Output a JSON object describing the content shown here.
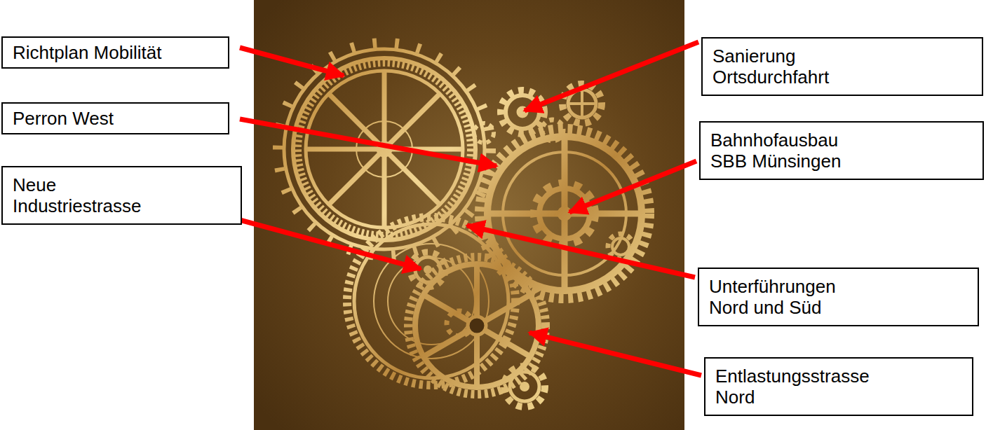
{
  "diagram": {
    "nodes": [
      {
        "text": [
          "Richtplan Mobilität"
        ]
      },
      {
        "text": [
          "Sanierung Ortsdurchfahrt"
        ]
      },
      {
        "text": [
          "Perron West"
        ]
      },
      {
        "text": [
          "Bahnhofausbau SBB Münsingen"
        ]
      },
      {
        "text": [
          "Neue Industriestrasse"
        ]
      },
      {
        "text": [
          "Unterführungen Nord und Süd"
        ]
      },
      {
        "text": [
          "Entlastungsstrasse Nord"
        ]
      }
    ]
  }
}
